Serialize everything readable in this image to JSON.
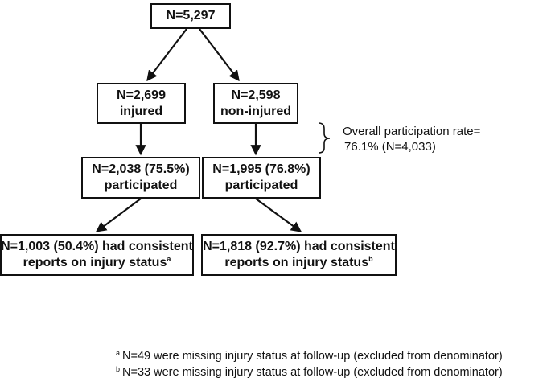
{
  "boxes": {
    "top": {
      "line1": "N=5,297"
    },
    "injured": {
      "line1": "N=2,699",
      "line2": "injured"
    },
    "non_injured": {
      "line1": "N=2,598",
      "line2": "non-injured"
    },
    "participated_left": {
      "line1": "N=2,038 (75.5%)",
      "line2": "participated"
    },
    "participated_right": {
      "line1": "N=1,995 (76.8%)",
      "line2": "participated"
    },
    "consistent_left": {
      "line1": "N=1,003 (50.4%) had consistent",
      "line2": "reports on injury status",
      "marker": "a"
    },
    "consistent_right": {
      "line1": "N=1,818 (92.7%) had consistent",
      "line2": "reports on injury status",
      "marker": "b"
    }
  },
  "participation_note": {
    "line1": "Overall participation rate=",
    "line2": "76.1% (N=4,033)"
  },
  "footnotes": [
    {
      "marker": "a",
      "text": "N=49 were missing injury status at follow-up (excluded from denominator)"
    },
    {
      "marker": "b",
      "text": "N=33 were missing injury status at follow-up (excluded from denominator)"
    }
  ]
}
